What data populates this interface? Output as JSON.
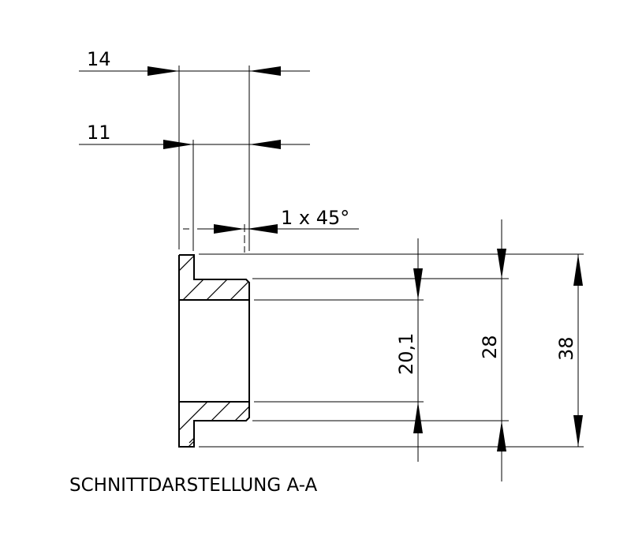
{
  "drawing": {
    "title": "SCHNITTDARSTELLUNG A-A",
    "dimensions": {
      "outer_width": "14",
      "hub_width": "11",
      "chamfer": "1 x 45°",
      "bore_diameter": "20,1",
      "hub_diameter": "28",
      "flange_diameter": "38"
    },
    "line_color": "#000000"
  }
}
